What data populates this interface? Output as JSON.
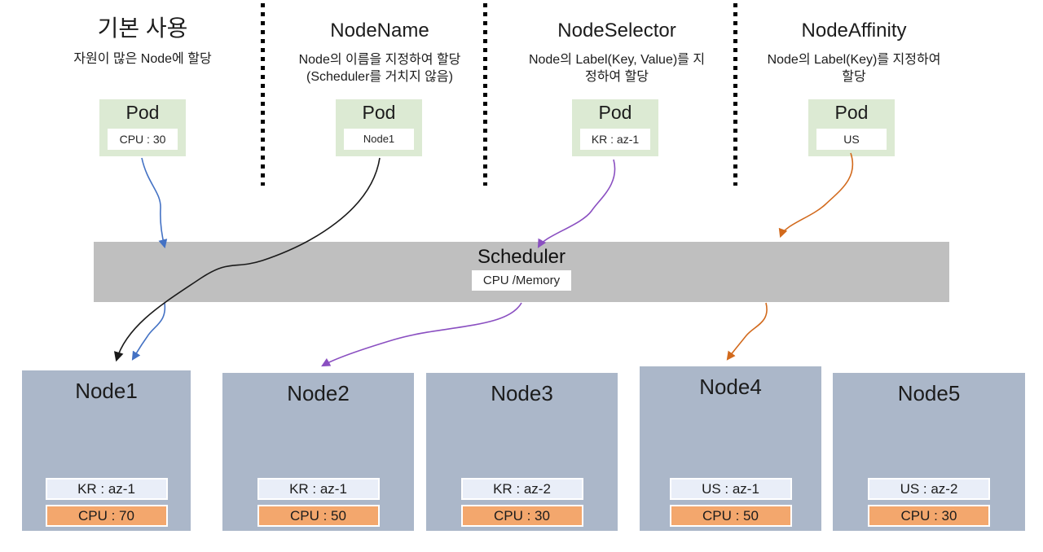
{
  "columns": [
    {
      "title": "기본 사용",
      "subtitle": "자원이 많은 Node에 할당",
      "pod": {
        "title": "Pod",
        "label": "CPU : 30"
      }
    },
    {
      "title": "NodeName",
      "subtitle": "Node의 이름을 지정하여 할당\n(Scheduler를 거치지 않음)",
      "pod": {
        "title": "Pod",
        "label": "Node1"
      }
    },
    {
      "title": "NodeSelector",
      "subtitle": "Node의 Label(Key, Value)를 지\n정하여 할당",
      "pod": {
        "title": "Pod",
        "label": "KR : az-1"
      }
    },
    {
      "title": "NodeAffinity",
      "subtitle": "Node의 Label(Key)를 지정하여\n할당",
      "pod": {
        "title": "Pod",
        "label": "US"
      }
    }
  ],
  "scheduler": {
    "title": "Scheduler",
    "label": "CPU /Memory"
  },
  "nodes": [
    {
      "name": "Node1",
      "zone_label": "KR : az-1",
      "cpu_label": "CPU : 70"
    },
    {
      "name": "Node2",
      "zone_label": "KR : az-1",
      "cpu_label": "CPU : 50"
    },
    {
      "name": "Node3",
      "zone_label": "KR : az-2",
      "cpu_label": "CPU : 30"
    },
    {
      "name": "Node4",
      "zone_label": "US : az-1",
      "cpu_label": "CPU : 50"
    },
    {
      "name": "Node5",
      "zone_label": "US : az-2",
      "cpu_label": "CPU : 30"
    }
  ],
  "arrows": [
    {
      "from": "pod-basic",
      "to": "scheduler",
      "color": "#4472c4"
    },
    {
      "from": "scheduler",
      "to": "node1",
      "color": "#4472c4"
    },
    {
      "from": "pod-nodename",
      "to": "node1",
      "color": "#1a1a1a"
    },
    {
      "from": "pod-nodeselector",
      "to": "scheduler",
      "color": "#8a4fc1"
    },
    {
      "from": "scheduler",
      "to": "node2",
      "color": "#8a4fc1"
    },
    {
      "from": "pod-nodeaffinity",
      "to": "scheduler",
      "color": "#d26a1d"
    },
    {
      "from": "scheduler",
      "to": "node4",
      "color": "#d26a1d"
    }
  ],
  "colors": {
    "pod_fill": "#dcead3",
    "node_fill": "#abb7c9",
    "scheduler_fill": "#bfbfbf",
    "zone_chip_fill": "#e9eef8",
    "cpu_chip_fill": "#f3a76d",
    "arrow_blue": "#4472c4",
    "arrow_black": "#1a1a1a",
    "arrow_purple": "#8a4fc1",
    "arrow_orange": "#d26a1d"
  }
}
